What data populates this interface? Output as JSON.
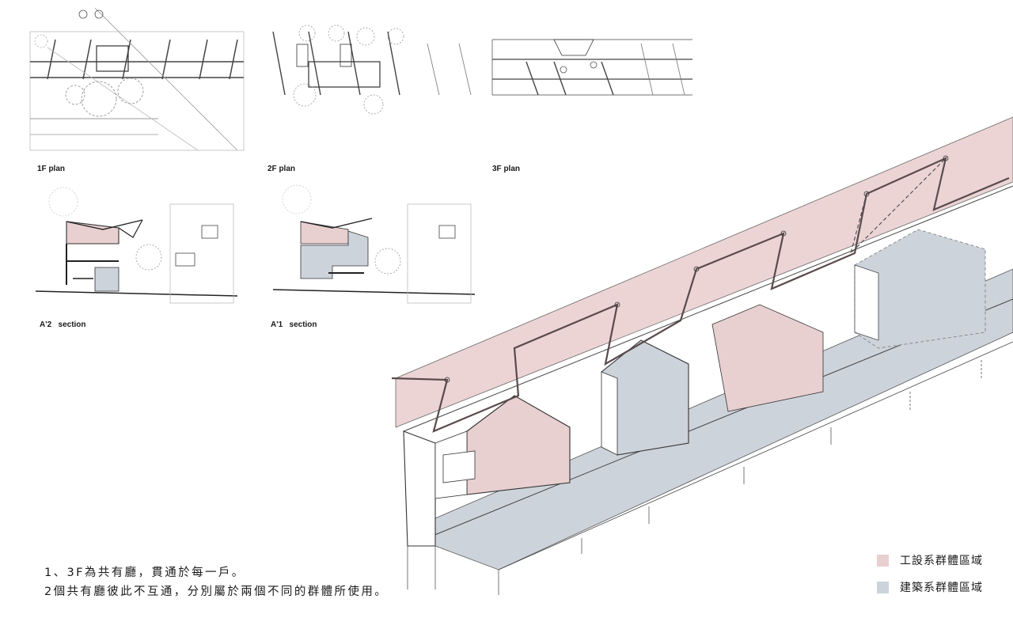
{
  "labels": {
    "plan_1f": "1F plan",
    "plan_2f": "2F plan",
    "plan_3f": "3F plan",
    "section_a2": "A'2",
    "section_a2_word": "section",
    "section_a1": "A'1",
    "section_a1_word": "section"
  },
  "notes": {
    "line1": "1、3F為共有廳，貫通於每一戶。",
    "line2": "2個共有廳彼此不互通，分別屬於兩個不同的群體所使用。"
  },
  "legend": {
    "items": [
      {
        "label": "工設系群體區域",
        "color": "#e8cfd0"
      },
      {
        "label": "建築系群體區域",
        "color": "#cdd3db"
      }
    ]
  },
  "colors": {
    "pink_zone": "#e8cfd0",
    "blue_zone": "#cdd3db",
    "line": "#3a3a3a"
  }
}
